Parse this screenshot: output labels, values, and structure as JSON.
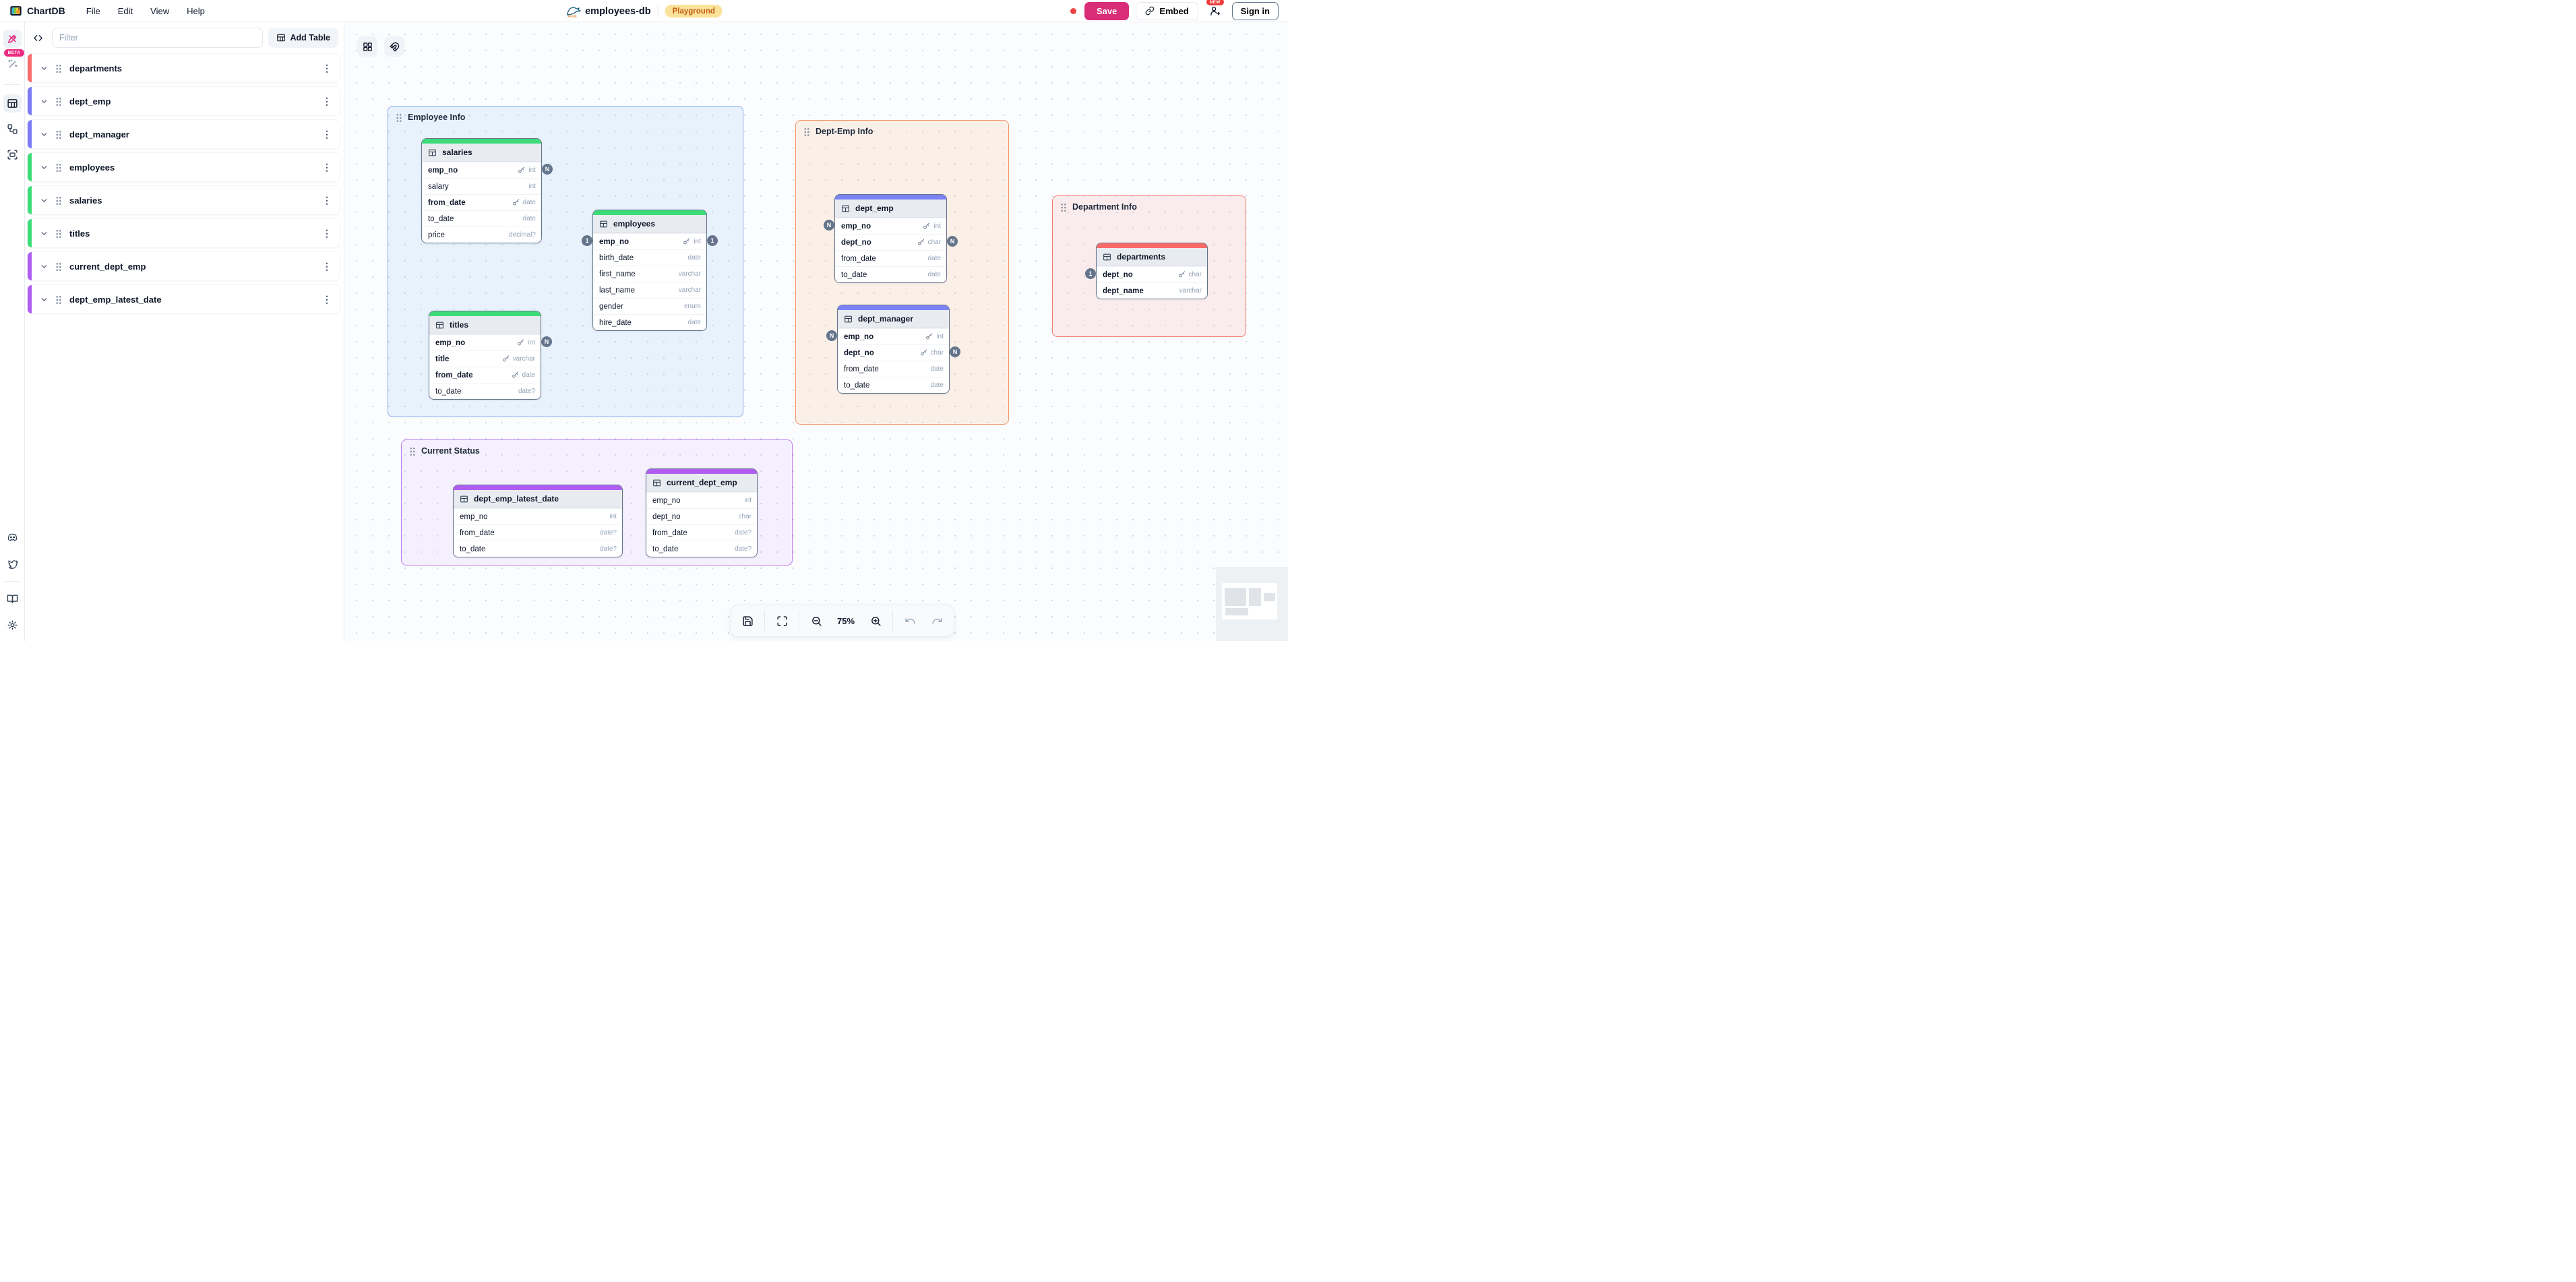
{
  "topbar": {
    "app_name": "ChartDB",
    "menus": [
      "File",
      "Edit",
      "View",
      "Help"
    ],
    "diagram_name": "employees-db",
    "db_type": "MySQL",
    "environment_badge": "Playground",
    "save_label": "Save",
    "embed_label": "Embed",
    "new_badge": "NEW",
    "sign_in_label": "Sign in"
  },
  "rail": {
    "beta_badge": "BETA"
  },
  "sidebar": {
    "filter_placeholder": "Filter",
    "add_table_label": "Add Table",
    "tables": [
      {
        "name": "departments",
        "color": "#fb6d6d"
      },
      {
        "name": "dept_emp",
        "color": "#7b7bf5"
      },
      {
        "name": "dept_manager",
        "color": "#7b7bf5"
      },
      {
        "name": "employees",
        "color": "#3ddc78"
      },
      {
        "name": "salaries",
        "color": "#3ddc78"
      },
      {
        "name": "titles",
        "color": "#3ddc78"
      },
      {
        "name": "current_dept_emp",
        "color": "#b05df2"
      },
      {
        "name": "dept_emp_latest_date",
        "color": "#b05df2"
      }
    ]
  },
  "canvas": {
    "zoom_level": "75%",
    "areas": [
      {
        "name": "Employee Info",
        "border": "#85a9ec",
        "fill": "rgba(147,197,253,0.18)"
      },
      {
        "name": "Dept-Emp Info",
        "border": "#f09468",
        "fill": "rgba(253,186,140,0.18)"
      },
      {
        "name": "Department Info",
        "border": "#f17a72",
        "fill": "rgba(252,165,165,0.18)"
      },
      {
        "name": "Current Status",
        "border": "#bf7ff0",
        "fill": "rgba(216,180,254,0.16)"
      }
    ],
    "tables": [
      {
        "name": "salaries",
        "color": "#3ddc78",
        "fields": [
          {
            "name": "emp_no",
            "type": "int",
            "key": true,
            "bold": true
          },
          {
            "name": "salary",
            "type": "int"
          },
          {
            "name": "from_date",
            "type": "date",
            "key": true,
            "bold": true
          },
          {
            "name": "to_date",
            "type": "date"
          },
          {
            "name": "price",
            "type": "decimal?"
          }
        ]
      },
      {
        "name": "employees",
        "color": "#3ddc78",
        "fields": [
          {
            "name": "emp_no",
            "type": "int",
            "key": true,
            "bold": true
          },
          {
            "name": "birth_date",
            "type": "date"
          },
          {
            "name": "first_name",
            "type": "varchar"
          },
          {
            "name": "last_name",
            "type": "varchar"
          },
          {
            "name": "gender",
            "type": "enum"
          },
          {
            "name": "hire_date",
            "type": "date"
          }
        ]
      },
      {
        "name": "titles",
        "color": "#3ddc78",
        "fields": [
          {
            "name": "emp_no",
            "type": "int",
            "key": true,
            "bold": true
          },
          {
            "name": "title",
            "type": "varchar",
            "key": true,
            "bold": true
          },
          {
            "name": "from_date",
            "type": "date",
            "key": true,
            "bold": true
          },
          {
            "name": "to_date",
            "type": "date?"
          }
        ]
      },
      {
        "name": "dept_emp",
        "color": "#7b82f3",
        "fields": [
          {
            "name": "emp_no",
            "type": "int",
            "key": true,
            "bold": true
          },
          {
            "name": "dept_no",
            "type": "char",
            "key": true,
            "bold": true
          },
          {
            "name": "from_date",
            "type": "date"
          },
          {
            "name": "to_date",
            "type": "date"
          }
        ]
      },
      {
        "name": "dept_manager",
        "color": "#7b82f3",
        "fields": [
          {
            "name": "emp_no",
            "type": "int",
            "key": true,
            "bold": true
          },
          {
            "name": "dept_no",
            "type": "char",
            "key": true,
            "bold": true
          },
          {
            "name": "from_date",
            "type": "date"
          },
          {
            "name": "to_date",
            "type": "date"
          }
        ]
      },
      {
        "name": "departments",
        "color": "#f96b6b",
        "fields": [
          {
            "name": "dept_no",
            "type": "char",
            "key": true,
            "bold": true
          },
          {
            "name": "dept_name",
            "type": "varchar",
            "bold": true
          }
        ]
      },
      {
        "name": "dept_emp_latest_date",
        "color": "#b05df2",
        "fields": [
          {
            "name": "emp_no",
            "type": "int"
          },
          {
            "name": "from_date",
            "type": "date?"
          },
          {
            "name": "to_date",
            "type": "date?"
          }
        ]
      },
      {
        "name": "current_dept_emp",
        "color": "#b05df2",
        "fields": [
          {
            "name": "emp_no",
            "type": "int"
          },
          {
            "name": "dept_no",
            "type": "char"
          },
          {
            "name": "from_date",
            "type": "date?"
          },
          {
            "name": "to_date",
            "type": "date?"
          }
        ]
      }
    ],
    "connections": [
      {
        "label": "N"
      },
      {
        "label": "1"
      },
      {
        "label": "1"
      },
      {
        "label": "N"
      },
      {
        "label": "N"
      },
      {
        "label": "N"
      },
      {
        "label": "N"
      },
      {
        "label": "N"
      },
      {
        "label": "1"
      }
    ]
  }
}
